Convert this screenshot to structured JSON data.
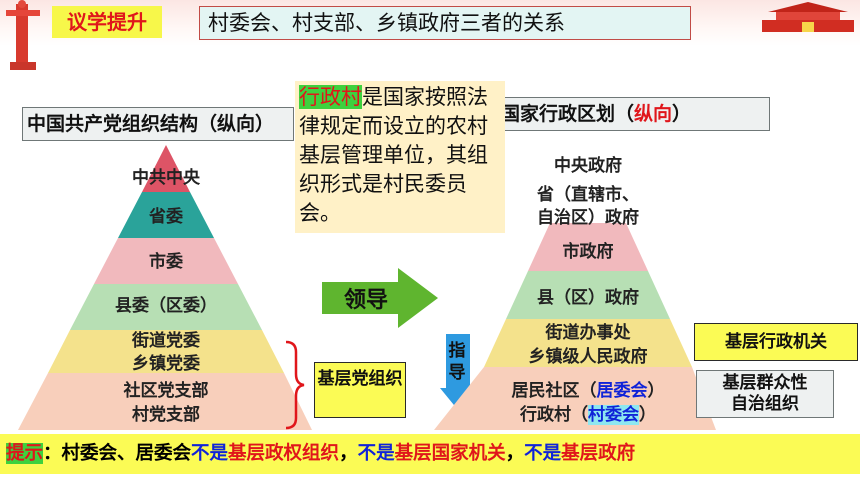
{
  "header": {
    "badge": "议学提升",
    "title": "村委会、村支部、乡镇政府三者的关系"
  },
  "left": {
    "heading": "中国共产党组织结构（纵向）",
    "levels": [
      "中共中央",
      "省委",
      "市委",
      "县委（区委）",
      "街道党委",
      "乡镇党委",
      "社区党支部",
      "村党支部"
    ]
  },
  "right": {
    "heading_main": "国家行政区划（",
    "heading_accent": "纵向",
    "heading_tail": "）",
    "levels": {
      "l1": "中央政府",
      "l2a": "省（直辖市、",
      "l2b": "自治区）政府",
      "l3": "市政府",
      "l4": "县（区）政府",
      "l5a": "街道办事处",
      "l5b": "乡镇级人民政府",
      "l6a_pre": "居民社区（",
      "l6a_hl": "居委会",
      "l6a_post": "）",
      "l6b_pre": "行政村（",
      "l6b_hl": "村委会",
      "l6b_post": "）"
    }
  },
  "note": {
    "highlight": "行政村",
    "text": "是国家按照法律规定而设立的农村基层管理单位，其组织形式是村民委员会。"
  },
  "arrows": {
    "lead": "领导",
    "guide": "指导"
  },
  "boxes": {
    "party_grassroots": "基层党组织",
    "admin_grassroots": "基层行政机关",
    "mass_self_a": "基层群众性",
    "mass_self_b": "自治组织"
  },
  "bottom": {
    "tip": "提示",
    "p1": "：村委会、居委会",
    "not1": "不是",
    "r1": "基层政权组织",
    "sep1": "，",
    "not2": "不是",
    "r2": "基层国家机关",
    "sep2": "，",
    "not3": "不是",
    "r3": "基层政府"
  },
  "colors": {
    "accent_red": "#e0161b",
    "accent_blue": "#1023d8",
    "highlight_yellow": "#fbfb55",
    "highlight_green": "#3ed13e"
  }
}
